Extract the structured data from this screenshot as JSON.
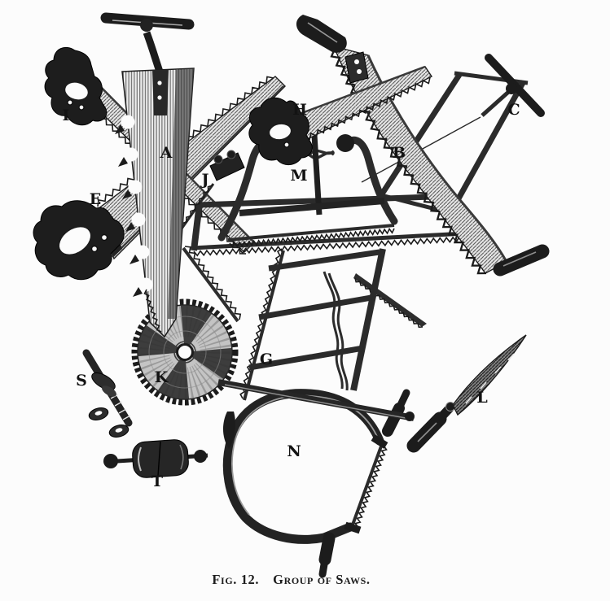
{
  "figure": {
    "caption": {
      "fig_label": "Fig. 12.",
      "title": "Group of Saws."
    },
    "colors": {
      "ink": "#1c1c1c",
      "paper": "#fcfcfc"
    },
    "labels": [
      {
        "char": "I"
      },
      {
        "char": "A"
      },
      {
        "char": "E"
      },
      {
        "char": "J"
      },
      {
        "char": "H"
      },
      {
        "char": "M"
      },
      {
        "char": "B"
      },
      {
        "char": "C"
      },
      {
        "char": "G"
      },
      {
        "char": "K"
      },
      {
        "char": "S"
      },
      {
        "char": "T"
      },
      {
        "char": "N"
      },
      {
        "char": "L"
      }
    ]
  }
}
